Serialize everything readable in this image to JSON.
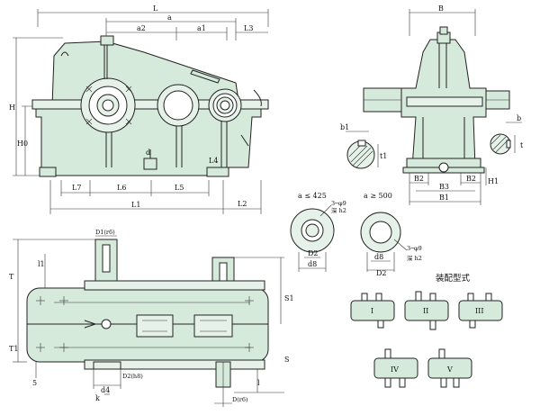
{
  "labels": {
    "L": "L",
    "a": "a",
    "a2": "a2",
    "a1": "a1",
    "L3": "L3",
    "H": "H",
    "H0": "H0",
    "d": "d",
    "L4": "L4",
    "L7": "L7",
    "L6": "L6",
    "L5": "L5",
    "L1": "L1",
    "L2": "L2",
    "B": "B",
    "b1": "b1",
    "t1": "t1",
    "b": "b",
    "t": "t",
    "B2_left": "B2",
    "B3": "B3",
    "B2_right": "B2",
    "H1": "H1",
    "B1": "B1",
    "a_le_425": "a ≤ 425",
    "a_ge_500": "a ≥ 500",
    "holes_left": "3─φ9",
    "depth_left": "深 h2",
    "D2_left": "D2",
    "d8_left": "d8",
    "d8_right": "d8",
    "holes_right": "3─φ9",
    "depth_right": "深 h2",
    "D2_right": "D2",
    "D1r6": "D1(r6)",
    "T": "T",
    "l1": "l1",
    "S1": "S1",
    "T1": "T1",
    "five": "5",
    "S": "S",
    "d4": "d4",
    "D2h8": "D2(h8)",
    "k": "k",
    "l": "l",
    "Dr6": "D(r6)",
    "assembly_title": "装配型式",
    "type_I": "I",
    "type_II": "II",
    "type_III": "III",
    "type_IV": "IV",
    "type_V": "V"
  }
}
